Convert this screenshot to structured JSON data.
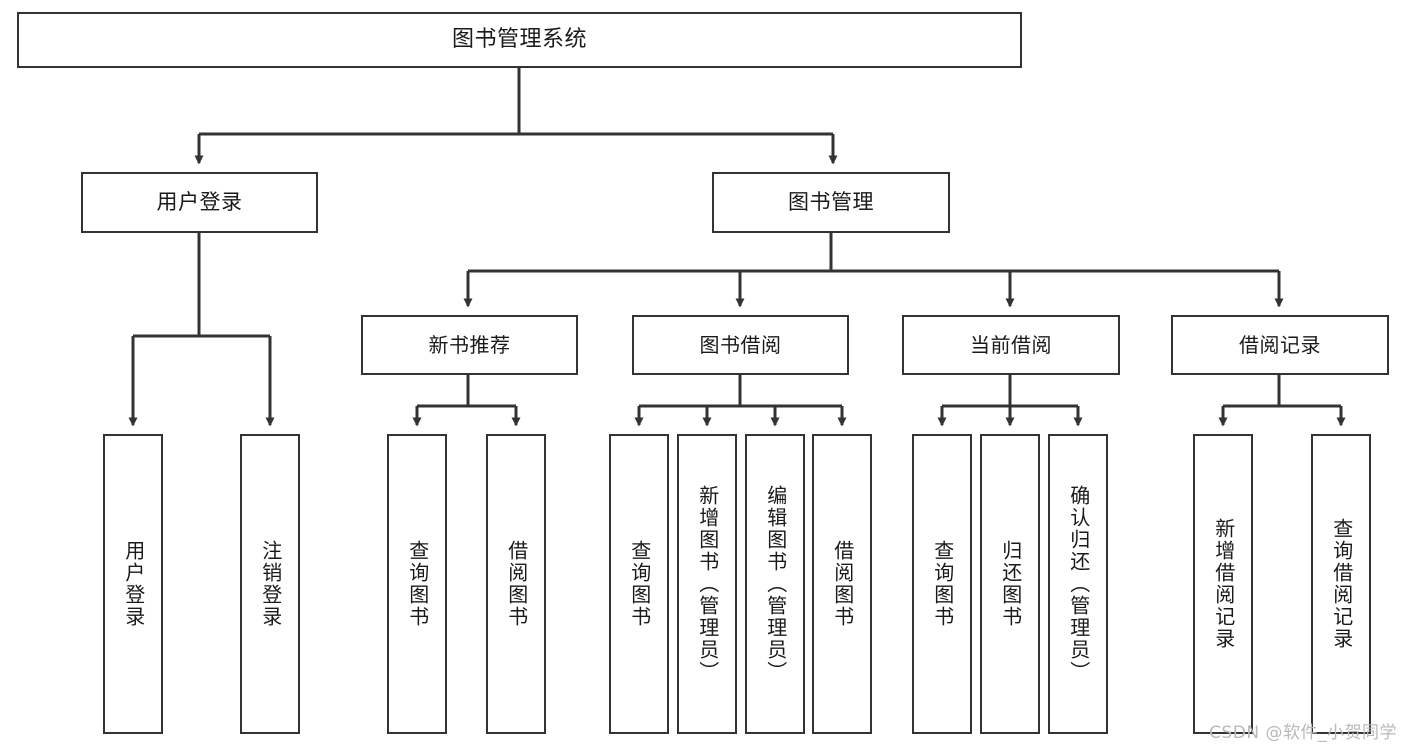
{
  "diagram": {
    "title": "图书管理系统",
    "type": "functional-decomposition-tree",
    "background_color": "#ffffff",
    "line_color": "#333333",
    "box_fill": "#ffffff",
    "text_color": "#1a1a1a"
  },
  "root": {
    "label": "图书管理系统"
  },
  "level2": [
    {
      "label": "用户登录"
    },
    {
      "label": "图书管理"
    }
  ],
  "level3": [
    {
      "label": "新书推荐"
    },
    {
      "label": "图书借阅"
    },
    {
      "label": "当前借阅"
    },
    {
      "label": "借阅记录"
    }
  ],
  "leaves": {
    "user_login": [
      {
        "label": "用户登录"
      },
      {
        "label": "注销登录"
      }
    ],
    "new_book_recommend": [
      {
        "label": "查询图书"
      },
      {
        "label": "借阅图书"
      }
    ],
    "book_borrow": [
      {
        "label": "查询图书"
      },
      {
        "label": "新增图书（管理员）"
      },
      {
        "label": "编辑图书（管理员）"
      },
      {
        "label": "借阅图书"
      }
    ],
    "current_borrow": [
      {
        "label": "查询图书"
      },
      {
        "label": "归还图书"
      },
      {
        "label": "确认归还（管理员）"
      }
    ],
    "borrow_records": [
      {
        "label": "新增借阅记录"
      },
      {
        "label": "查询借阅记录"
      }
    ]
  },
  "watermark": {
    "text": "CSDN @软件_小贺同学"
  }
}
